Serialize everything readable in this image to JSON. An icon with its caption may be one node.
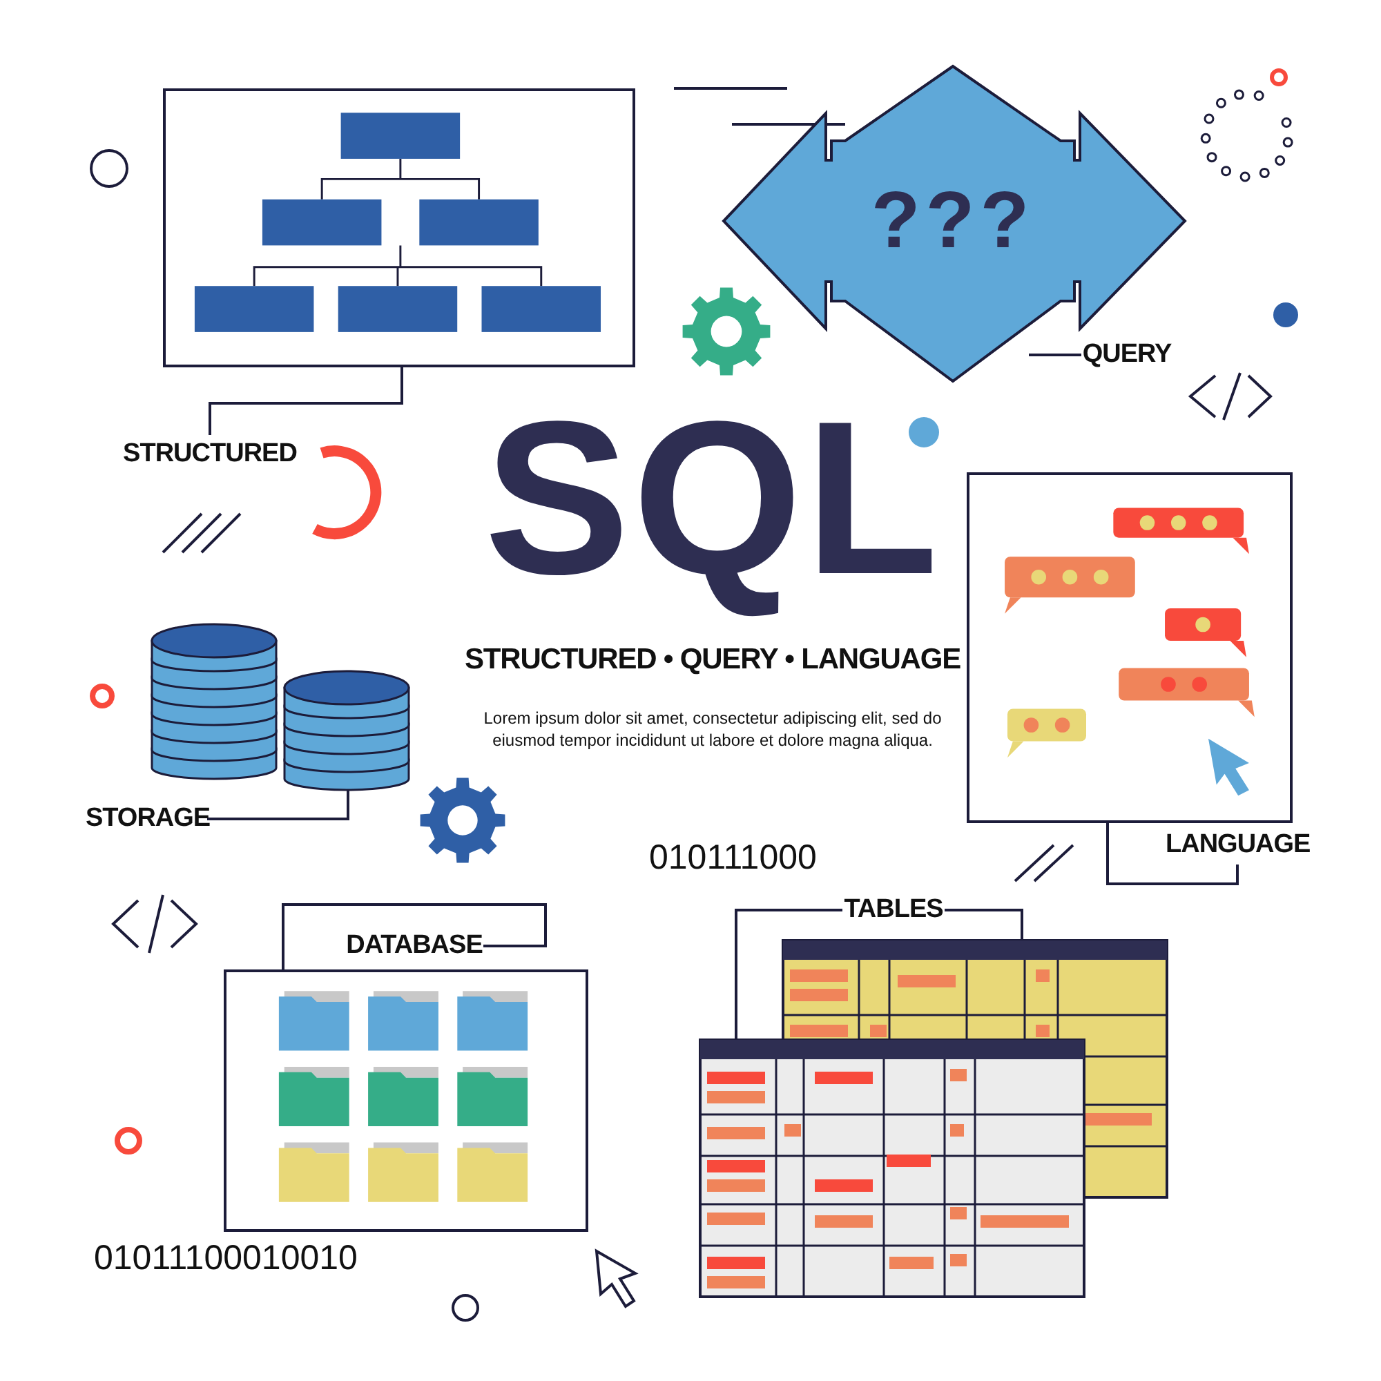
{
  "diagram": {
    "title": "SQL",
    "nodes": [
      {
        "text": [
          "STRUCTURED"
        ]
      },
      {
        "text": [],
        "shape": "picture"
      },
      {
        "text": [
          "QUERY"
        ]
      },
      {
        "text": [
          "???"
        ]
      },
      {
        "text": [
          "STORAGE"
        ]
      },
      {
        "text": [],
        "shape": "picture"
      },
      {
        "text": [
          "LANGUAGE"
        ]
      },
      {
        "text": [],
        "shape": "picture"
      },
      {
        "text": [
          "DATABASE"
        ]
      },
      {
        "text": [],
        "shape": "picture"
      },
      {
        "text": [
          "TABLES"
        ]
      },
      {
        "text": [],
        "shape": "picture"
      },
      {
        "text": [],
        "shape": "picture"
      }
    ],
    "edges": [
      {
        "from": 0,
        "to": 1,
        "arrow": "none"
      },
      {
        "from": 2,
        "to": 3,
        "arrow": "none"
      },
      {
        "from": 4,
        "to": 5,
        "arrow": "none"
      },
      {
        "from": 6,
        "to": 7,
        "arrow": "none"
      },
      {
        "from": 8,
        "to": 9,
        "arrow": "none"
      },
      {
        "from": 10,
        "to": 12,
        "arrow": "none"
      },
      {
        "from": 10,
        "to": 11,
        "arrow": "none"
      }
    ],
    "labels": [
      "STRUCTURED • QUERY • LANGUAGE",
      "Lorem ipsum dolor sit amet, consectetur adipiscing elit, sed do eiusmod tempor incididunt ut labore et dolore magna aliqua.",
      "010111000",
      "01011100010010"
    ]
  }
}
